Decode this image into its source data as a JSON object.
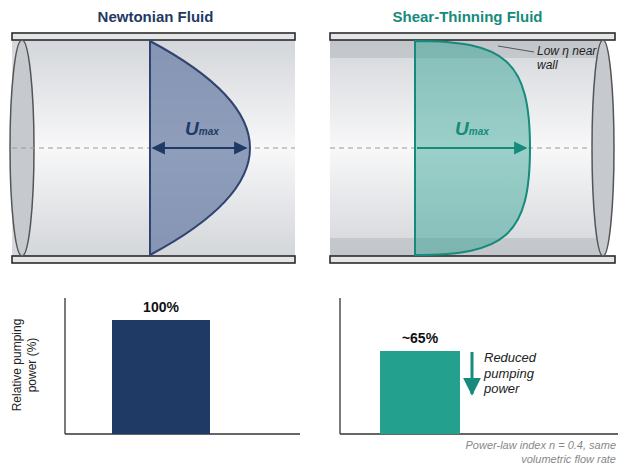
{
  "diagram": {
    "nodes": [
      {
        "text": [
          "Newtonian Fluid",
          "Umax"
        ]
      },
      {
        "text": [
          "Shear-Thinning Fluid",
          "Umax",
          "Low η near wall"
        ]
      },
      {
        "text": [
          "100%"
        ]
      },
      {
        "text": [
          "~65%"
        ]
      }
    ],
    "labels": [
      "Relative pumping power (%)",
      "Reduced pumping power",
      "Power-law index n = 0.4, same volumetric flow rate"
    ]
  }
}
